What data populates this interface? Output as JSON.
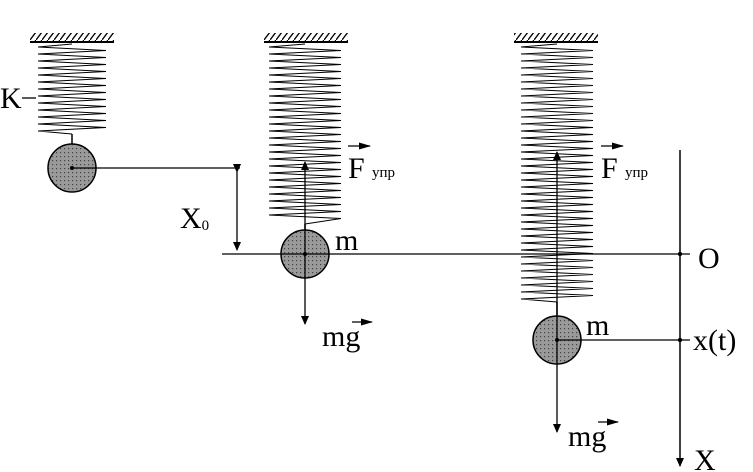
{
  "labels": {
    "k": "K",
    "x0": "X",
    "x0_sub": "0",
    "force_f": "F",
    "force_sub": "упр",
    "mass": "m",
    "gravity_m": "m",
    "gravity_g": "g",
    "origin": "O",
    "xt": "x(t)",
    "axis": "X"
  },
  "colors": {
    "ink": "#000000",
    "ball_fill": "#8a8a8a"
  }
}
